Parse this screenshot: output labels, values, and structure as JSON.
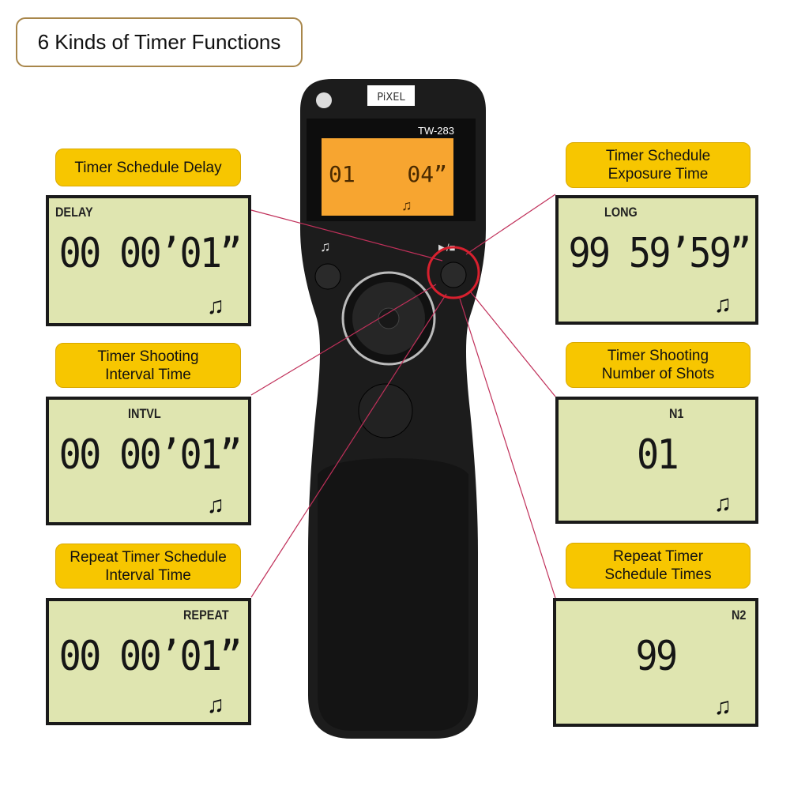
{
  "title": "6 Kinds of Timer Functions",
  "remote": {
    "brand": "PiXEL",
    "model": "TW-283",
    "lcd_left": "01",
    "lcd_right": "04”",
    "colors": {
      "body": "#1c1c1c",
      "lcd": "#f7a530",
      "highlight": "#d8202e",
      "pointer": "#c0305a"
    }
  },
  "left": [
    {
      "label": "Timer Schedule Delay",
      "mode": "DELAY",
      "display": "00 00’01”"
    },
    {
      "label": "Timer Shooting\nInterval Time",
      "mode": "INTVL",
      "display": "00 00’01”"
    },
    {
      "label": "Repeat Timer Schedule\nInterval Time",
      "mode": "REPEAT",
      "display": "00 00’01”"
    }
  ],
  "right": [
    {
      "label": "Timer Schedule\nExposure Time",
      "mode": "LONG",
      "display": "99 59’59”"
    },
    {
      "label": "Timer Shooting\nNumber of Shots",
      "mode": "N1",
      "display": "01"
    },
    {
      "label": "Repeat Timer\nSchedule Times",
      "mode": "N2",
      "display": "99"
    }
  ],
  "note_icon": "♫",
  "label_color": "#f7c600"
}
